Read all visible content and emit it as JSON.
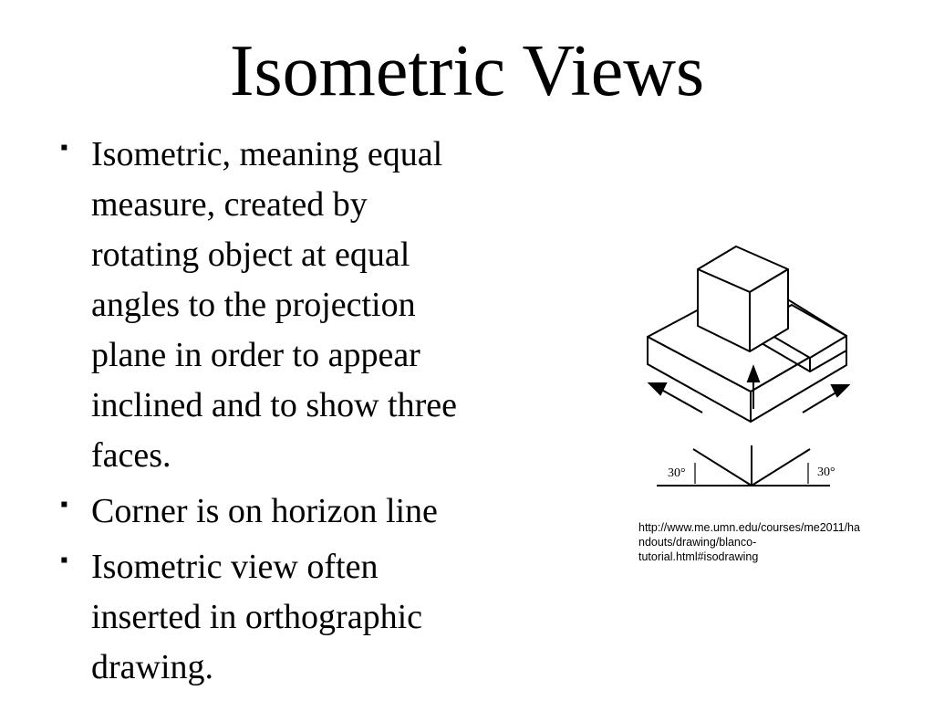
{
  "slide": {
    "title": "Isometric Views",
    "bullets": [
      {
        "marker": "▪",
        "text": "Isometric, meaning equal\nmeasure, created by\nrotating object at equal\nangles to the projection\nplane in order to appear\ninclined and to show three\nfaces."
      },
      {
        "marker": "▪",
        "text": "Corner is on horizon line"
      },
      {
        "marker": "▪",
        "text": " Isometric view often\ninserted in orthographic\ndrawing."
      }
    ],
    "figure": {
      "angle_left": "30°",
      "angle_right": "30°"
    },
    "caption": "http://www.me.umn.edu/courses/me2011/ha\nndouts/drawing/blanco-\ntutorial.html#isodrawing"
  }
}
